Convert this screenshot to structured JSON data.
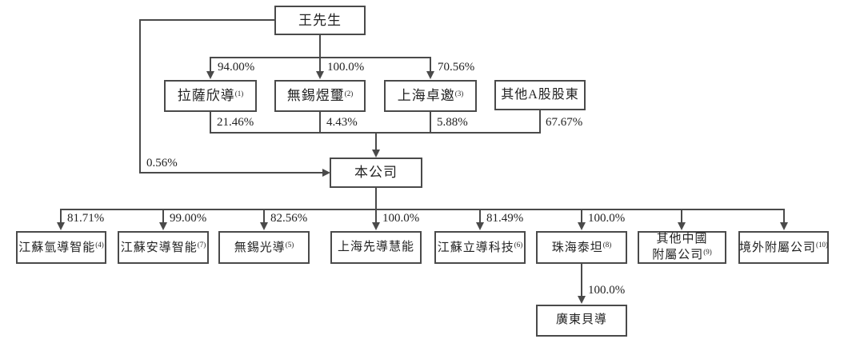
{
  "diagram": {
    "type": "shareholding-structure-org-chart",
    "colors": {
      "line": "#4a4a4a",
      "text": "#222222",
      "background": "#ffffff"
    }
  },
  "nodes": {
    "mr_wang": {
      "label": "王先生",
      "note": ""
    },
    "lhasa_xindao": {
      "label": "拉薩欣導",
      "note": "(1)"
    },
    "wuxi_yuxi": {
      "label": "無錫煜璽",
      "note": "(2)"
    },
    "shanghai_zhuoyao": {
      "label": "上海卓邀",
      "note": "(3)"
    },
    "other_a_share": {
      "label": "其他A股股東",
      "note": ""
    },
    "company": {
      "label": "本公司",
      "note": ""
    },
    "jiangsu_qingdao": {
      "label": "江蘇氫導智能",
      "note": "(4)"
    },
    "jiangsu_andao": {
      "label": "江蘇安導智能",
      "note": "(7)"
    },
    "wuxi_guangdao": {
      "label": "無錫光導",
      "note": "(5)"
    },
    "shanghai_xiandao": {
      "label": "上海先導慧能",
      "note": ""
    },
    "jiangsu_lidao": {
      "label": "江蘇立導科技",
      "note": "(6)"
    },
    "zhuhai_titan": {
      "label": "珠海泰坦",
      "note": "(8)"
    },
    "other_china_sub": {
      "label": "其他中國",
      "label2": "附屬公司",
      "note": "(9)"
    },
    "overseas_sub": {
      "label": "境外附屬公司",
      "note": "(10)"
    },
    "guangdong_beidao": {
      "label": "廣東貝導",
      "note": ""
    }
  },
  "edges": {
    "wang_to_lhasa": "94.00%",
    "wang_to_yuxi": "100.0%",
    "wang_to_zhuoyao": "70.56%",
    "wang_to_company": "0.56%",
    "lhasa_to_company": "21.46%",
    "yuxi_to_company": "4.43%",
    "zhuoyao_to_company": "5.88%",
    "other_a_to_company": "67.67%",
    "company_to_qingdao": "81.71%",
    "company_to_andao": "99.00%",
    "company_to_guangdao": "82.56%",
    "company_to_xiandao": "100.0%",
    "company_to_lidao": "81.49%",
    "company_to_titan": "100.0%",
    "titan_to_beidao": "100.0%"
  }
}
